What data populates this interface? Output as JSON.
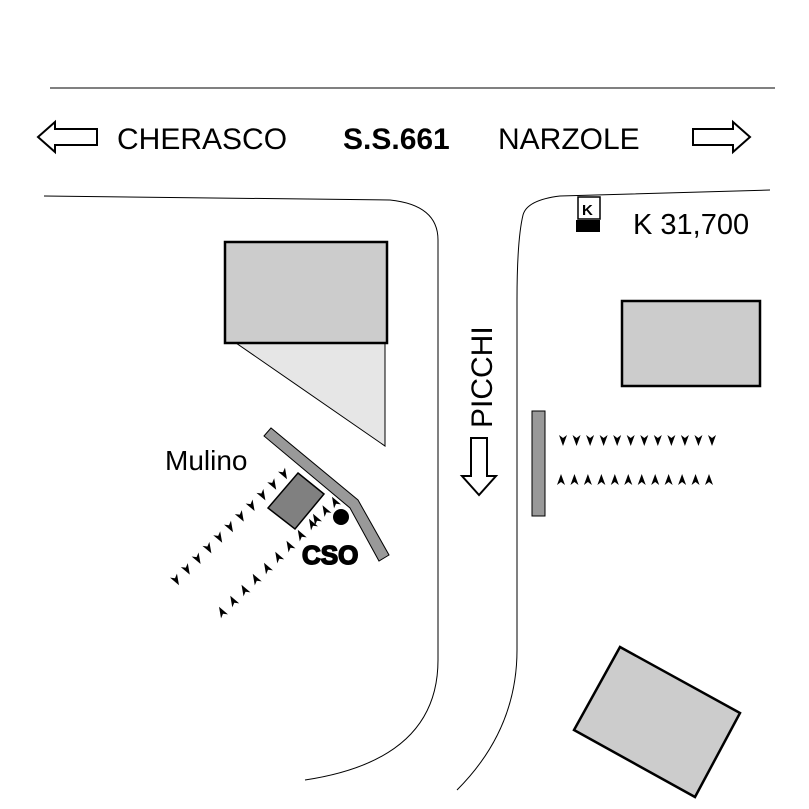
{
  "labels": {
    "destination_west": "CHERASCO",
    "road_code": "S.S.661",
    "destination_east": "NARZOLE",
    "km_marker_glyph": "K",
    "km_marker": "K 31,700",
    "side_road": "PICCHI",
    "mill": "Mulino",
    "cso": "CSO"
  },
  "icons": {
    "west_arrow": "arrow-left-outline-icon",
    "east_arrow": "arrow-right-outline-icon",
    "south_arrow": "arrow-down-outline-icon",
    "km_sign": "kilometre-marker-icon",
    "cso_point": "filled-dot-icon",
    "vegetation": "tree-row-icon"
  },
  "colors": {
    "building_fill": "#cccccc",
    "shadow_fill": "#e6e6e6",
    "mill_fill": "#808080",
    "channel_fill": "#999999",
    "outline": "#000000"
  }
}
